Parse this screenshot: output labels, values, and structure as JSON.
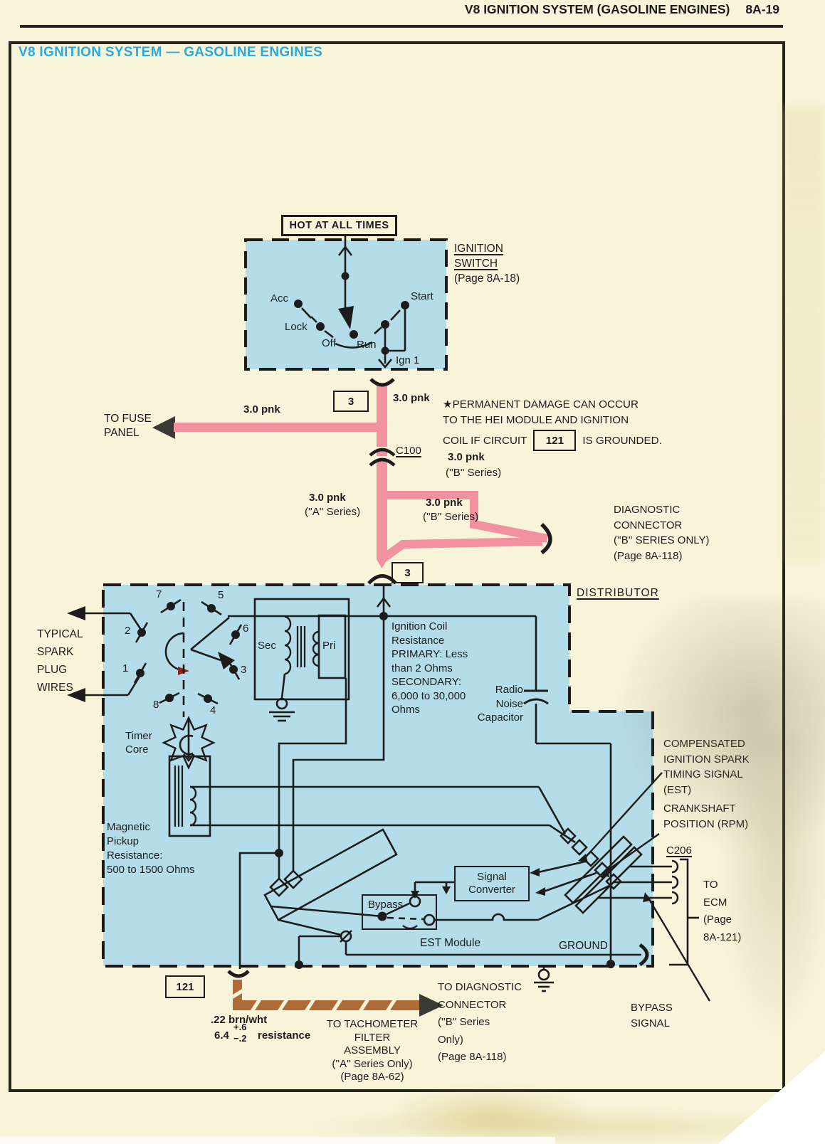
{
  "header": {
    "title": "V8 IGNITION SYSTEM (GASOLINE ENGINES)",
    "page": "8A-19"
  },
  "title": "V8 IGNITION SYSTEM — GASOLINE ENGINES",
  "colors": {
    "paper": "#f8f4da",
    "blue_fill": "#b5dde9",
    "pink_wire": "#f2919f",
    "brown_wire": "#b06a38",
    "accent_blue": "#2aa9de",
    "ink": "#1c1c1c",
    "red_arrow": "#8b241c"
  },
  "ignition_switch": {
    "hot_label": "HOT AT ALL TIMES",
    "positions": {
      "acc": "Acc",
      "lock": "Lock",
      "off": "Off",
      "run": "Run",
      "start": "Start",
      "ign1": "Ign 1"
    },
    "title_lines": [
      "IGNITION",
      "SWITCH"
    ],
    "page_ref": "(Page 8A-18)"
  },
  "connectors": {
    "c100": "C100",
    "c206": "C206",
    "circuit3": "3",
    "circuit121": "121"
  },
  "wire_labels": {
    "pnk_below_switch": "3.0 pnk",
    "pnk_to_fuse": "3.0 pnk",
    "to_fuse_panel": "TO FUSE\nPANEL",
    "pnk_b_series_c100": "3.0 pnk",
    "b_series_c100": "(''B'' Series)",
    "pnk_a_series": "3.0 pnk",
    "a_series": "(''A'' Series)",
    "pnk_b_series_branch": "3.0 pnk",
    "b_series_branch": "(''B'' Series)",
    "brn_wht": ".22 brn/wht",
    "resist_value": "6.4",
    "resist_plus": "+.6",
    "resist_minus": "−.2",
    "resist_word": "resistance"
  },
  "note": {
    "line1": "★PERMANENT DAMAGE CAN OCCUR",
    "line2": "TO THE HEI MODULE AND IGNITION",
    "line3_pre": "COIL IF CIRCUIT",
    "circuit": "121",
    "line3_post": "IS GROUNDED."
  },
  "diagnostic_connector": "DIAGNOSTIC\nCONNECTOR\n(''B'' SERIES ONLY)\n(Page 8A-118)",
  "distributor": {
    "title": "DISTRIBUTOR",
    "spark_plug": "TYPICAL\nSPARK\nPLUG\nWIRES",
    "contact_numbers": [
      "7",
      "5",
      "2",
      "6",
      "1",
      "3",
      "8",
      "4"
    ],
    "timer_core": "Timer\nCore",
    "sec": "Sec",
    "pri": "Pri",
    "coil_resistance": "Ignition Coil\nResistance\nPRIMARY: Less\nthan 2 Ohms\nSECONDARY:\n6,000 to 30,000\nOhms",
    "radio_capacitor": "Radio\nNoise\nCapacitor",
    "magnetic_pickup": "Magnetic\nPickup\nResistance:\n500 to 1500 Ohms",
    "signal_converter": "Signal\nConverter",
    "bypass": "Bypass",
    "est_module": "EST Module",
    "ground": "GROUND"
  },
  "right_labels": {
    "est_signal": "COMPENSATED\nIGNITION SPARK\nTIMING SIGNAL\n(EST)",
    "crankshaft": "CRANKSHAFT\nPOSITION (RPM)",
    "to_ecm": "TO\nECM\n(Page\n8A-121)",
    "bypass_signal": "BYPASS\nSIGNAL"
  },
  "bottom_labels": {
    "to_tachometer": "TO TACHOMETER\nFILTER\nASSEMBLY\n(''A'' Series Only)\n(Page 8A-62)",
    "to_diagnostic": "TO DIAGNOSTIC\nCONNECTOR\n(''B'' Series\nOnly)\n(Page 8A-118)"
  }
}
